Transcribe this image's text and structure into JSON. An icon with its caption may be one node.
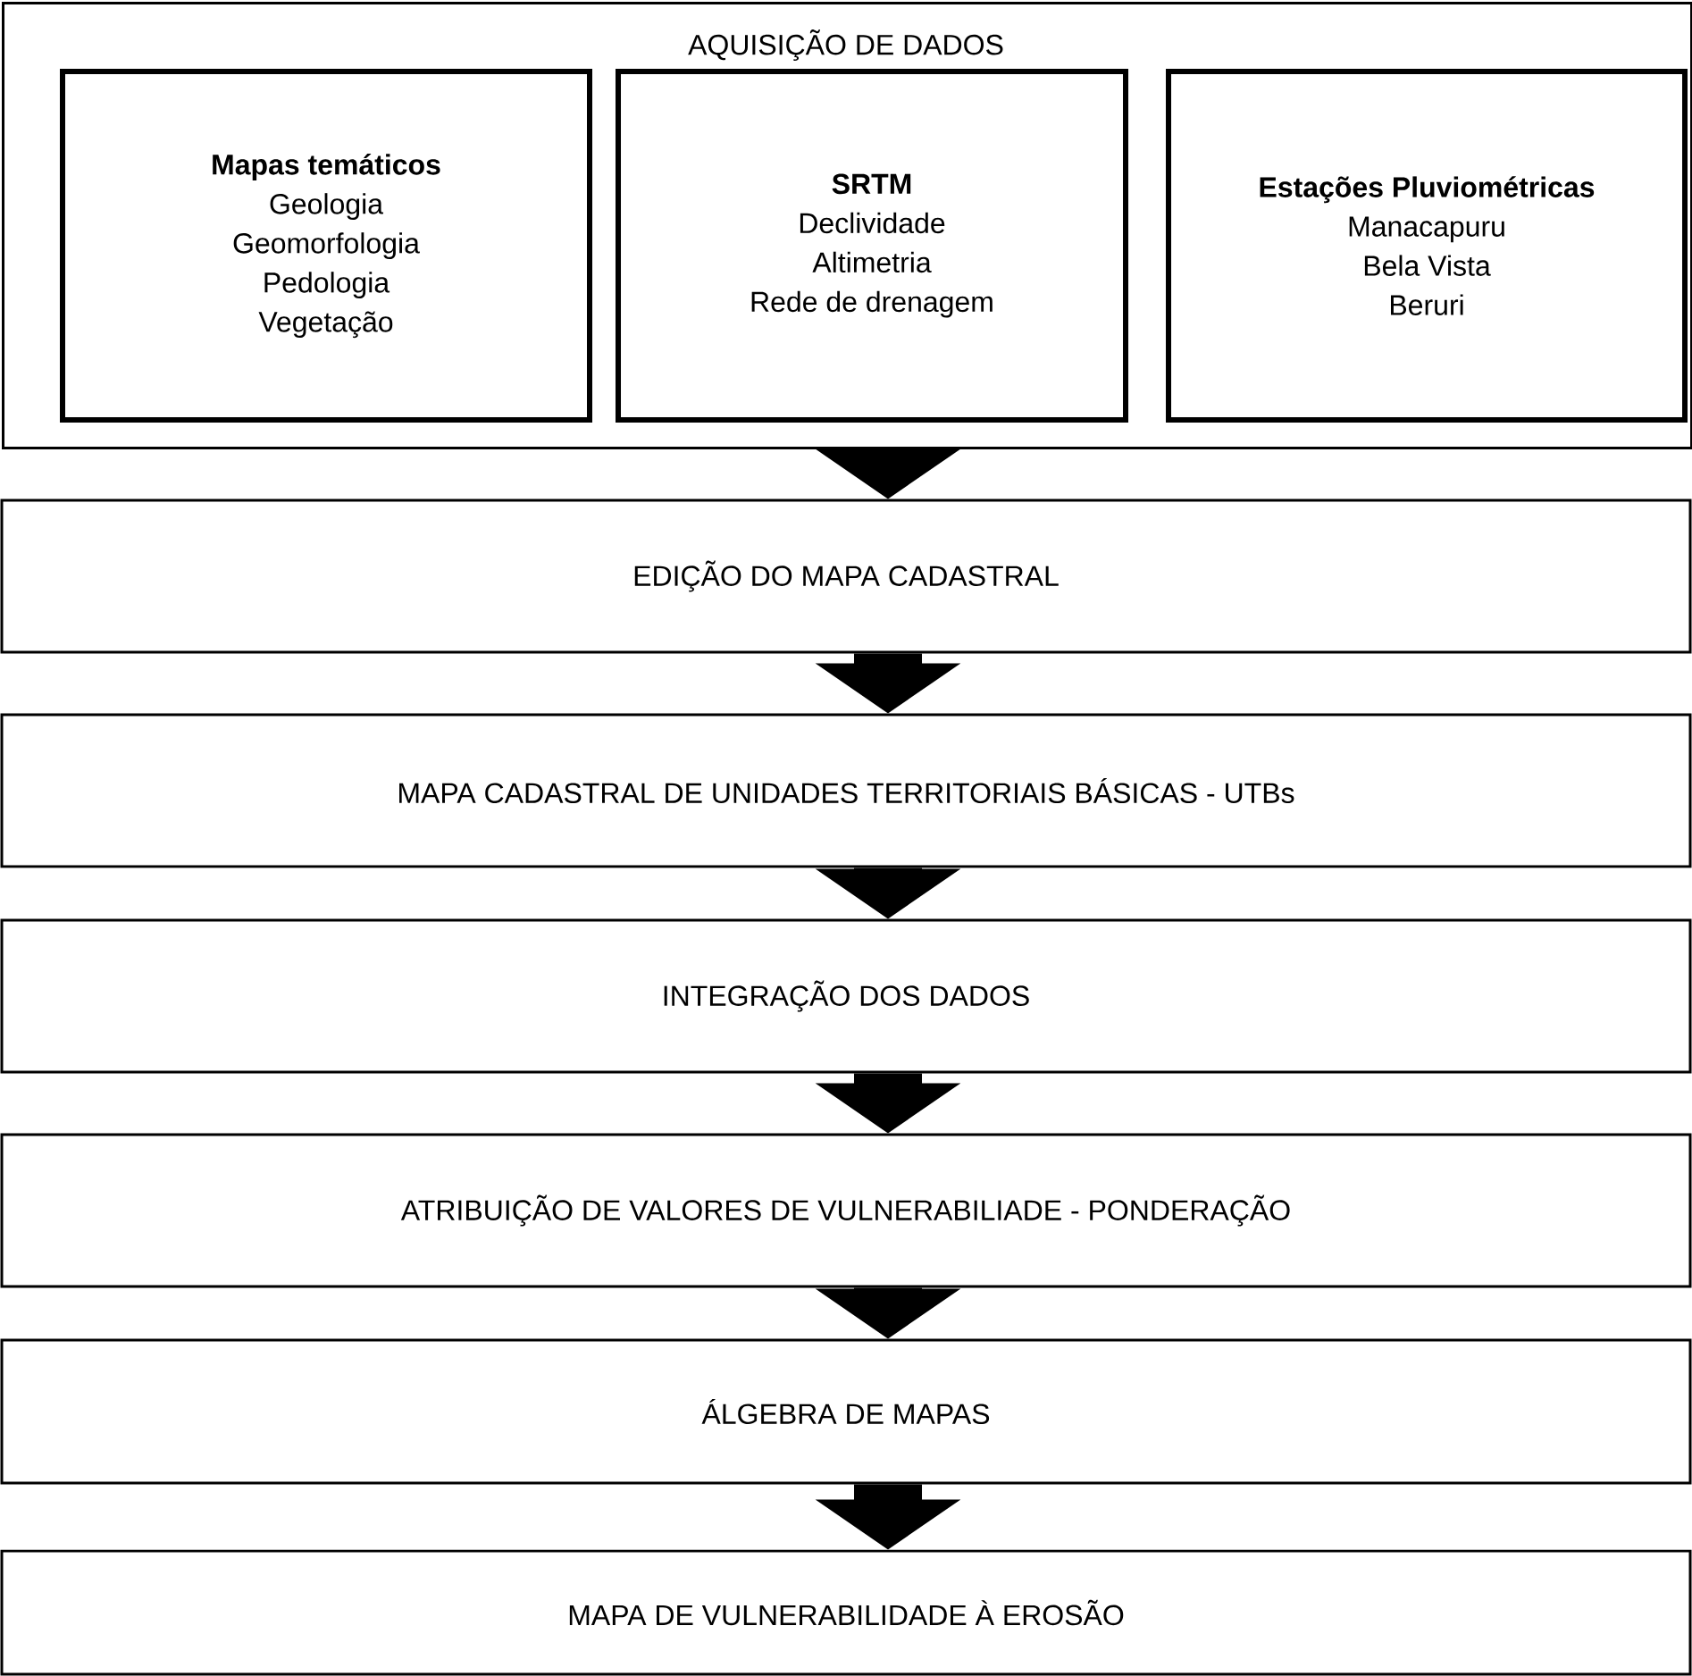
{
  "diagram": {
    "nodes": [
      {
        "text": [
          "AQUISIÇÃO DE DADOS"
        ]
      },
      {
        "text": [
          "Mapas temáticos",
          "Geologia",
          "Geomorfologia",
          "Pedologia",
          "Vegetação"
        ],
        "in": 0
      },
      {
        "text": [
          "SRTM",
          "Declividade",
          "Altimetria",
          "Rede de drenagem"
        ],
        "in": 0
      },
      {
        "text": [
          "Estações Pluviométricas",
          "Manacapuru",
          "Bela Vista",
          "Beruri"
        ],
        "in": 0
      },
      {
        "text": [
          "EDIÇÃO DO MAPA CADASTRAL"
        ]
      },
      {
        "text": [
          "MAPA CADASTRAL DE UNIDADES TERRITORIAIS BÁSICAS - UTBs"
        ]
      },
      {
        "text": [
          "INTEGRAÇÃO DOS DADOS"
        ]
      },
      {
        "text": [
          "ATRIBUIÇÃO DE VALORES DE VULNERABILIADE - PONDERAÇÃO"
        ]
      },
      {
        "text": [
          "ÁLGEBRA DE MAPAS"
        ]
      },
      {
        "text": [
          "MAPA DE VULNERABILIDADE À EROSÃO"
        ]
      }
    ],
    "edges": [
      {
        "from": 0,
        "to": 4,
        "arrow": "to"
      },
      {
        "from": 4,
        "to": 5,
        "arrow": "to"
      },
      {
        "from": 5,
        "to": 6,
        "arrow": "to"
      },
      {
        "from": 6,
        "to": 7,
        "arrow": "to"
      },
      {
        "from": 7,
        "to": 8,
        "arrow": "to"
      },
      {
        "from": 8,
        "to": 9,
        "arrow": "to"
      }
    ]
  }
}
